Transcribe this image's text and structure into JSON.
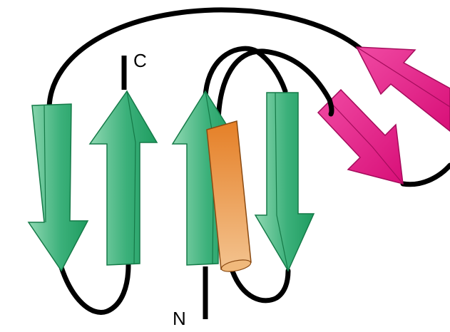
{
  "labels": {
    "c_terminus": "C",
    "n_terminus": "N"
  },
  "colors": {
    "background": "#ffffff",
    "loop": "#000000",
    "strand_green_light": "#7fcfa6",
    "strand_green_dark": "#1f9c60",
    "strand_green_edge": "#157a48",
    "helix_orange_top": "#e57f26",
    "helix_orange_bottom": "#f3c38f",
    "strand_magenta": "#e0127e",
    "strand_magenta_light": "#f04aa3",
    "strand_magenta_edge": "#a50c5c"
  },
  "elements": [
    {
      "kind": "beta-strand",
      "direction": "down",
      "color": "green"
    },
    {
      "kind": "beta-strand",
      "direction": "up",
      "color": "green"
    },
    {
      "kind": "beta-strand",
      "direction": "up",
      "color": "green"
    },
    {
      "kind": "alpha-helix",
      "color": "orange"
    },
    {
      "kind": "beta-strand",
      "direction": "down",
      "color": "green"
    },
    {
      "kind": "beta-strand",
      "direction": "down-right",
      "color": "magenta"
    },
    {
      "kind": "beta-strand",
      "direction": "up-left",
      "color": "magenta"
    }
  ]
}
